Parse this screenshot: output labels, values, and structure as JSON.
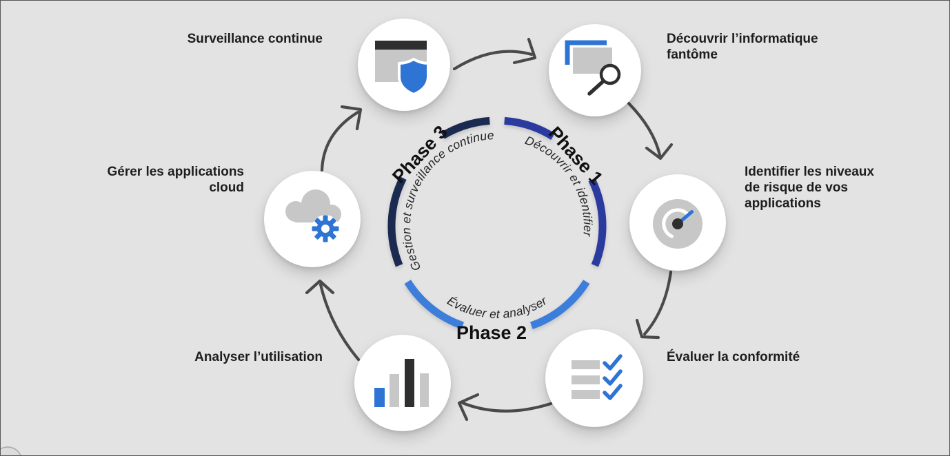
{
  "diagram": {
    "type": "cycle",
    "background_color": "#e3e3e3",
    "phases": [
      {
        "label": "Phase 1",
        "description": "Découvrir et identifier",
        "color": "#2b3a9e"
      },
      {
        "label": "Phase 2",
        "description": "Évaluer et analyser",
        "color": "#3d7edb"
      },
      {
        "label": "Phase 3",
        "description": "Gestion et surveillance continue",
        "color": "#1b2a50"
      }
    ],
    "steps": [
      {
        "label": "Surveillance continue",
        "icon": "window-shield-icon"
      },
      {
        "label": "Découvrir l’informatique\nfantôme",
        "icon": "windows-search-icon"
      },
      {
        "label": "Identifier les niveaux\nde risque de vos\napplications",
        "icon": "gauge-icon"
      },
      {
        "label": "Évaluer la conformité",
        "icon": "checklist-icon"
      },
      {
        "label": "Analyser l’utilisation",
        "icon": "bar-chart-icon"
      },
      {
        "label": "Gérer les applications\ncloud",
        "icon": "cloud-gear-icon"
      }
    ]
  },
  "colors": {
    "icon_blue": "#2e74d4",
    "icon_gray": "#c7c7c7",
    "icon_dark": "#2f2f2f",
    "arrow": "#4a4a4a",
    "phase1": "#2b3a9e",
    "phase2": "#3d7edb",
    "phase3": "#1b2a50"
  }
}
